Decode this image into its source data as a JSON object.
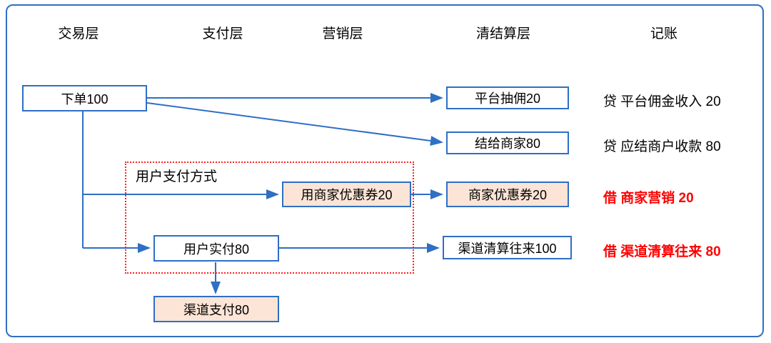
{
  "headers": {
    "transaction": "交易层",
    "payment": "支付层",
    "marketing": "营销层",
    "clearing": "清结算层",
    "bookkeeping": "记账"
  },
  "nodes": {
    "order": "下单100",
    "platform_commission": "平台抽佣20",
    "settle_merchant": "结给商家80",
    "use_merchant_coupon": "用商家优惠券20",
    "merchant_coupon": "商家优惠券20",
    "user_paid": "用户实付80",
    "channel_clearing": "渠道清算往来100",
    "channel_payment": "渠道支付80"
  },
  "group": {
    "label": "用户支付方式"
  },
  "entries": {
    "credit_commission": "贷 平台佣金收入 20",
    "credit_merchant": "贷 应结商户收款 80",
    "debit_marketing": "借 商家营销 20",
    "debit_channel": "借 渠道清算往来 80"
  },
  "colors": {
    "line_blue": "#2f6fc4",
    "node_fill_peach": "#fce4d6",
    "group_border_red": "#ff2222",
    "entry_red": "#ff0000"
  }
}
